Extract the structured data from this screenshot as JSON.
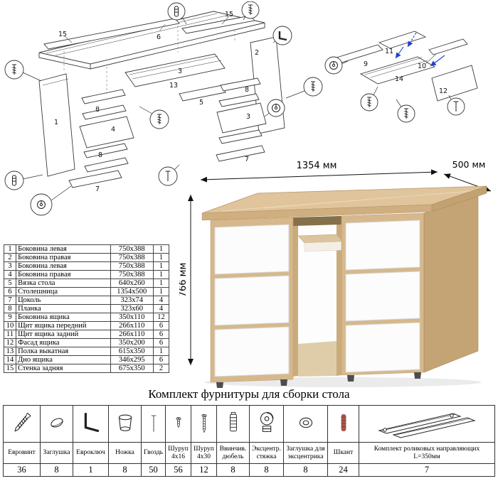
{
  "parts_table": {
    "rows": [
      {
        "n": "1",
        "name": "Боковина левая",
        "size": "750x388",
        "qty": "1"
      },
      {
        "n": "2",
        "name": "Боковина правая",
        "size": "750x388",
        "qty": "1"
      },
      {
        "n": "3",
        "name": "Боковина левая",
        "size": "750x388",
        "qty": "1"
      },
      {
        "n": "4",
        "name": "Боковина правая",
        "size": "750x388",
        "qty": "1"
      },
      {
        "n": "5",
        "name": "Вязка стола",
        "size": "640x260",
        "qty": "1"
      },
      {
        "n": "6",
        "name": "Столешница",
        "size": "1354x500",
        "qty": "1"
      },
      {
        "n": "7",
        "name": "Цоколь",
        "size": "323x74",
        "qty": "4"
      },
      {
        "n": "8",
        "name": "Планка",
        "size": "323x60",
        "qty": "4"
      },
      {
        "n": "9",
        "name": "Боковина ящика",
        "size": "350x110",
        "qty": "12"
      },
      {
        "n": "10",
        "name": "Щит ящика передний",
        "size": "266x110",
        "qty": "6"
      },
      {
        "n": "11",
        "name": "Щит ящика задний",
        "size": "266x110",
        "qty": "6"
      },
      {
        "n": "12",
        "name": "Фасад ящика",
        "size": "350x200",
        "qty": "6"
      },
      {
        "n": "13",
        "name": "Полка выкатная",
        "size": "615x350",
        "qty": "1"
      },
      {
        "n": "14",
        "name": "Дно ящика",
        "size": "346x295",
        "qty": "6"
      },
      {
        "n": "15",
        "name": "Стенка задняя",
        "size": "675x350",
        "qty": "2"
      }
    ]
  },
  "desk": {
    "dim_width": "1354 мм",
    "dim_depth": "500 мм",
    "dim_height": "766 мм",
    "wood_color": "#d6b88c",
    "drawer_color": "#fcfcfc"
  },
  "hardware": {
    "title": "Комплект фурнитуры для сборки стола",
    "items": [
      {
        "name": "Евровинт",
        "qty": "36"
      },
      {
        "name": "Заглушка",
        "qty": "8"
      },
      {
        "name": "Евроключ",
        "qty": "1"
      },
      {
        "name": "Ножка",
        "qty": "8"
      },
      {
        "name": "Гвоздь",
        "qty": "50"
      },
      {
        "name": "Шуруп 4x16",
        "qty": "56"
      },
      {
        "name": "Шуруп 4x30",
        "qty": "12"
      },
      {
        "name": "Ввинчив. дюбель",
        "qty": "8"
      },
      {
        "name": "Эксцентр. стяжка",
        "qty": "8"
      },
      {
        "name": "Заглушка для эксцентрика",
        "qty": "8"
      },
      {
        "name": "Шкант",
        "qty": "24"
      },
      {
        "name": "Комплект роликовых направляющих L=350мм",
        "qty": "7"
      }
    ]
  },
  "main_diagram": {
    "labels": [
      "15",
      "6",
      "15",
      "1",
      "8",
      "4",
      "13",
      "8",
      "7",
      "3",
      "5",
      "2",
      "8",
      "3",
      "7"
    ]
  },
  "drawer_diagram": {
    "labels": [
      "11",
      "9",
      "10",
      "14",
      "12"
    ]
  }
}
